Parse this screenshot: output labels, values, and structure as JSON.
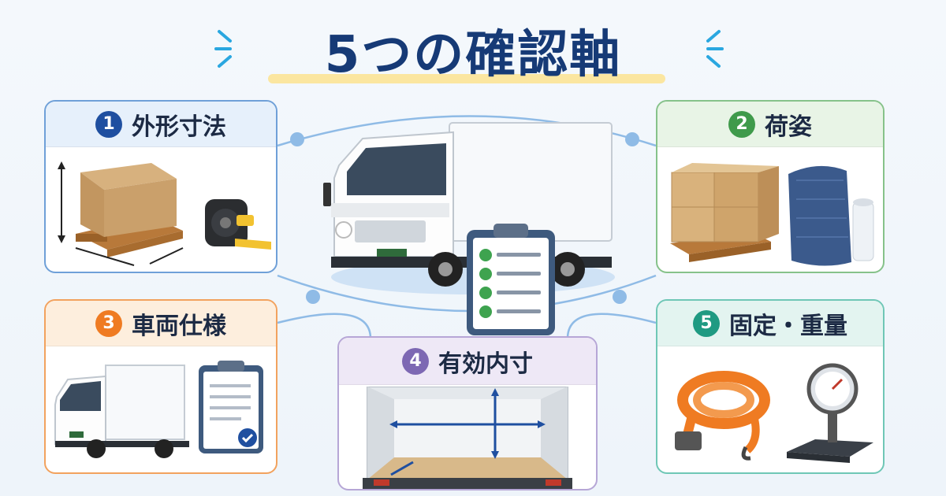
{
  "title": "5つの確認軸",
  "cards": [
    {
      "number": "1",
      "label": "外形寸法"
    },
    {
      "number": "2",
      "label": "荷姿"
    },
    {
      "number": "3",
      "label": "車両仕様"
    },
    {
      "number": "4",
      "label": "有効内寸"
    },
    {
      "number": "5",
      "label": "固定・重量"
    }
  ],
  "colors": {
    "title": "#163a76",
    "card1": "#1f4fa0",
    "card2": "#3f9a4b",
    "card3": "#ef7b22",
    "card4": "#7d68b3",
    "card5": "#1f9a82",
    "connector": "#8fbbe6"
  },
  "icons": [
    "cardboard-box-icon",
    "pallet-icon",
    "tape-measure-icon",
    "stacked-boxes-icon",
    "moving-blanket-icon",
    "stretch-film-icon",
    "truck-icon",
    "checklist-clipboard-icon",
    "cargo-interior-icon",
    "ratchet-strap-icon",
    "weighing-scale-icon"
  ]
}
